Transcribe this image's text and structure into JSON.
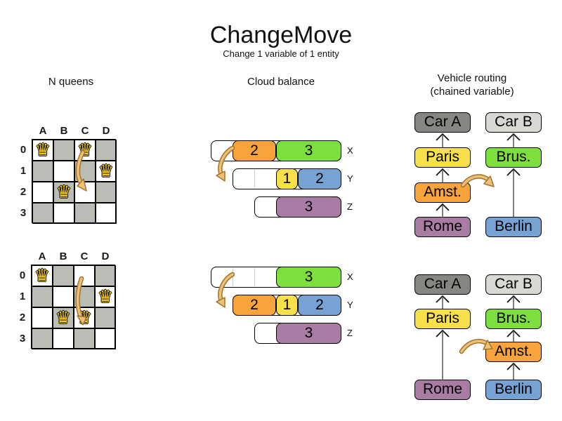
{
  "header": {
    "title": "ChangeMove",
    "subtitle": "Change 1 variable of 1 entity"
  },
  "colors": {
    "orange": "#f8a33c",
    "green": "#7ddf3e",
    "yellow": "#f8e04b",
    "blue": "#77a3d4",
    "purple": "#a97ca3",
    "car_dark": "#858783",
    "car_light": "#d6dad2",
    "board_gray": "#b9bdb5",
    "board_white": "#ffffff",
    "queen_gold": "#f4c71c",
    "move_arrow_fill": "#edc078",
    "move_arrow_border": "#a3742c",
    "chain_line": "#7f7f7f"
  },
  "icons": {
    "queen_glyph": "♛"
  },
  "sections": {
    "n_queens": {
      "heading": "N queens",
      "column_labels": [
        "A",
        "B",
        "C",
        "D"
      ],
      "row_labels": [
        "0",
        "1",
        "2",
        "3"
      ],
      "before": {
        "queens": [
          "A0",
          "C0",
          "D1",
          "B2"
        ]
      },
      "after": {
        "queens": [
          "A0",
          "D1",
          "B2",
          "C2"
        ]
      },
      "move": {
        "entity": "queen C0",
        "from": "C0",
        "to": "C2"
      }
    },
    "cloud_balance": {
      "heading": "Cloud balance",
      "before": [
        {
          "computer": "X",
          "capacity_units": 6,
          "processes": [
            {
              "label": "2",
              "units": 2,
              "color": "orange"
            },
            {
              "label": "3",
              "units": 3,
              "color": "green"
            }
          ]
        },
        {
          "computer": "Y",
          "capacity_units": 5,
          "processes": [
            {
              "label": "1",
              "units": 1,
              "color": "yellow"
            },
            {
              "label": "2",
              "units": 2,
              "color": "blue"
            }
          ]
        },
        {
          "computer": "Z",
          "capacity_units": 4,
          "processes": [
            {
              "label": "3",
              "units": 3,
              "color": "purple"
            }
          ]
        }
      ],
      "after": [
        {
          "computer": "X",
          "capacity_units": 6,
          "processes": [
            {
              "label": "3",
              "units": 3,
              "color": "green"
            }
          ]
        },
        {
          "computer": "Y",
          "capacity_units": 5,
          "processes": [
            {
              "label": "2",
              "units": 2,
              "color": "orange"
            },
            {
              "label": "1",
              "units": 1,
              "color": "yellow"
            },
            {
              "label": "2",
              "units": 2,
              "color": "blue"
            }
          ]
        },
        {
          "computer": "Z",
          "capacity_units": 4,
          "processes": [
            {
              "label": "3",
              "units": 3,
              "color": "purple"
            }
          ]
        }
      ],
      "move": {
        "entity": "process 2 (orange)",
        "from": "X",
        "to": "Y"
      }
    },
    "vehicle_routing": {
      "heading": "Vehicle routing",
      "subheading": "(chained variable)",
      "before": {
        "chains": [
          {
            "nodes": [
              {
                "label": "Car A",
                "color": "car_dark",
                "slot": 0
              },
              {
                "label": "Paris",
                "color": "yellow",
                "slot": 1
              },
              {
                "label": "Amst.",
                "color": "orange",
                "slot": 2
              },
              {
                "label": "Rome",
                "color": "purple",
                "slot": 3
              }
            ]
          },
          {
            "nodes": [
              {
                "label": "Car B",
                "color": "car_light",
                "slot": 0
              },
              {
                "label": "Brus.",
                "color": "green",
                "slot": 1
              },
              {
                "label": "Berlin",
                "color": "blue",
                "slot": 3
              }
            ]
          }
        ]
      },
      "after": {
        "chains": [
          {
            "nodes": [
              {
                "label": "Car A",
                "color": "car_dark",
                "slot": 0
              },
              {
                "label": "Paris",
                "color": "yellow",
                "slot": 1
              },
              {
                "label": "Rome",
                "color": "purple",
                "slot": 3
              }
            ]
          },
          {
            "nodes": [
              {
                "label": "Car B",
                "color": "car_light",
                "slot": 0
              },
              {
                "label": "Brus.",
                "color": "green",
                "slot": 1
              },
              {
                "label": "Amst.",
                "color": "orange",
                "slot": 2
              },
              {
                "label": "Berlin",
                "color": "blue",
                "slot": 3
              }
            ]
          }
        ]
      },
      "move": {
        "entity": "Amst.",
        "from": "chain Car A (between Paris and Rome)",
        "to": "chain Car B (between Brus. and Berlin)"
      }
    }
  }
}
